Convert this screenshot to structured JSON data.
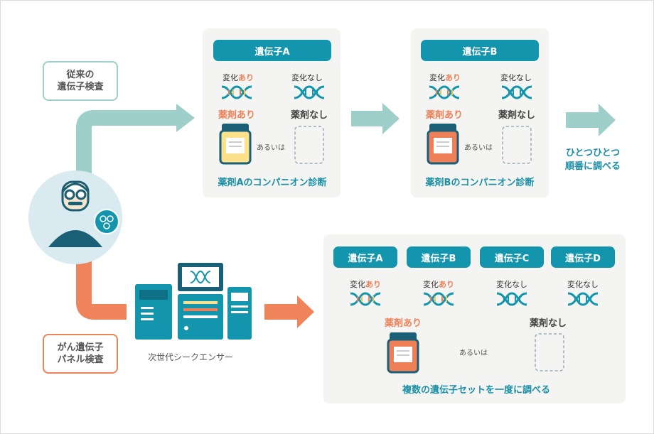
{
  "conventional": {
    "tag_line1": "従来の",
    "tag_line2": "遺伝子検査",
    "gene_a": {
      "title": "遺伝子A",
      "change_yes_prefix": "変化",
      "change_yes_suffix": "あり",
      "change_no": "変化なし",
      "drug_yes": "薬剤あり",
      "drug_no": "薬剤なし",
      "or": "あるいは",
      "caption": "薬剤Aのコンパニオン診断"
    },
    "gene_b": {
      "title": "遺伝子B",
      "change_yes_prefix": "変化",
      "change_yes_suffix": "あり",
      "change_no": "変化なし",
      "drug_yes": "薬剤あり",
      "drug_no": "薬剤なし",
      "or": "あるいは",
      "caption": "薬剤Bのコンパニオン診断"
    },
    "sequential_line1": "ひとつひとつ",
    "sequential_line2": "順番に調べる"
  },
  "panel": {
    "tag_line1": "がん遺伝子",
    "tag_line2": "パネル検査",
    "sequencer_label": "次世代シークエンサー",
    "genes": [
      {
        "title": "遺伝子A",
        "change_prefix": "変化",
        "change_suffix": "あり"
      },
      {
        "title": "遺伝子B",
        "change_prefix": "変化",
        "change_suffix": "あり"
      },
      {
        "title": "遺伝子C",
        "change_prefix": "変化なし",
        "change_suffix": ""
      },
      {
        "title": "遺伝子D",
        "change_prefix": "変化なし",
        "change_suffix": ""
      }
    ],
    "drug_yes": "薬剤あり",
    "drug_no": "薬剤なし",
    "or": "あるいは",
    "caption": "複数の遺伝子セットを一度に調べる"
  },
  "colors": {
    "teal": "#1295ad",
    "teal_arrow": "#9fcfca",
    "orange": "#ef7f57",
    "yellow": "#fde08a",
    "panel_bg": "#f4f4f2"
  },
  "icons": {
    "doctor": "doctor-icon",
    "dna": "dna-icon",
    "bottle": "medicine-bottle-icon",
    "sequencer": "sequencer-icon"
  }
}
